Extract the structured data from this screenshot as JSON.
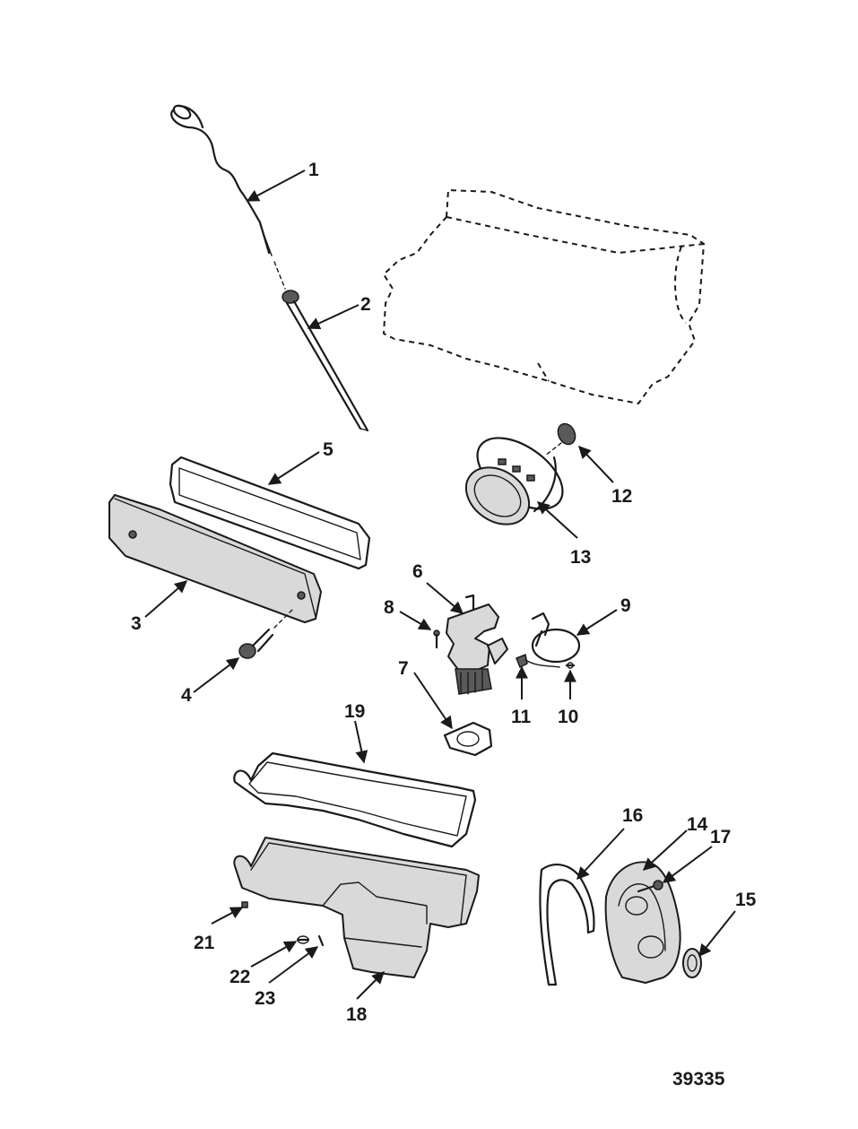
{
  "figure_number": "39335",
  "callouts": [
    "1",
    "2",
    "3",
    "4",
    "5",
    "6",
    "7",
    "8",
    "9",
    "10",
    "11",
    "12",
    "13",
    "14",
    "15",
    "16",
    "17",
    "18",
    "19",
    "21",
    "22",
    "23"
  ]
}
